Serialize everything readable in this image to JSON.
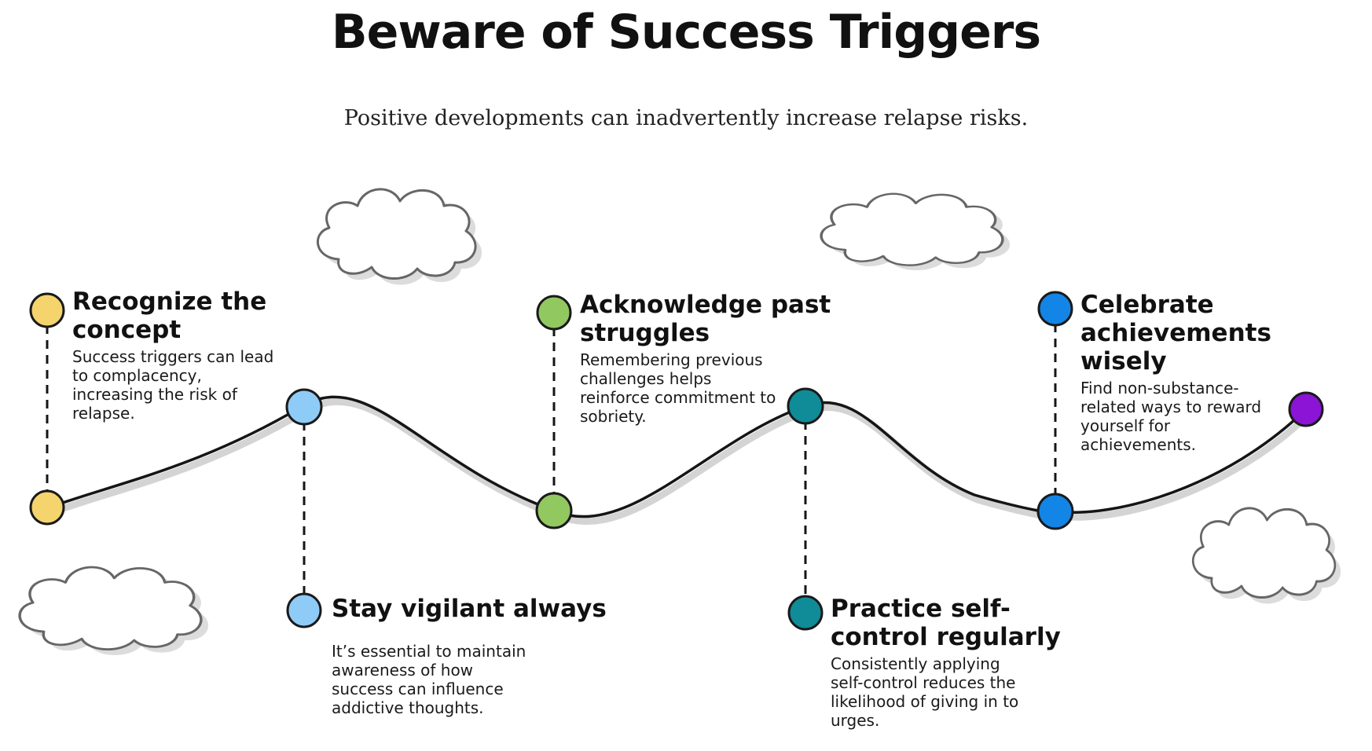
{
  "header": {
    "title": "Beware of Success Triggers",
    "subtitle": "Positive developments can inadvertently increase relapse risks."
  },
  "steps": [
    {
      "title": "Recognize the concept",
      "description": "Success triggers can lead to complacency, increasing the risk of relapse.",
      "color": "#f5d46e"
    },
    {
      "title": "Stay vigilant always",
      "description": "It’s essential to maintain awareness of how success can influence addictive thoughts.",
      "color": "#8fcbf7"
    },
    {
      "title": "Acknowledge past struggles",
      "description": "Remembering previous challenges helps reinforce commitment to sobriety.",
      "color": "#92c860"
    },
    {
      "title": "Practice self-control regularly",
      "description": "Consistently applying self-control reduces the likelihood of giving in to urges.",
      "color": "#0f8c97"
    },
    {
      "title": "Celebrate achievements wisely",
      "description": "Find non-substance-related ways to reward yourself for achievements.",
      "color": "#1385e6"
    }
  ],
  "end_marker": {
    "color": "#8b14d6"
  },
  "colors": {
    "line": "#151515",
    "line_shadow": "#d4d4d4",
    "cloud_fill": "#ffffff",
    "cloud_stroke": "#666666",
    "cloud_shadow": "#dcdcdc"
  }
}
